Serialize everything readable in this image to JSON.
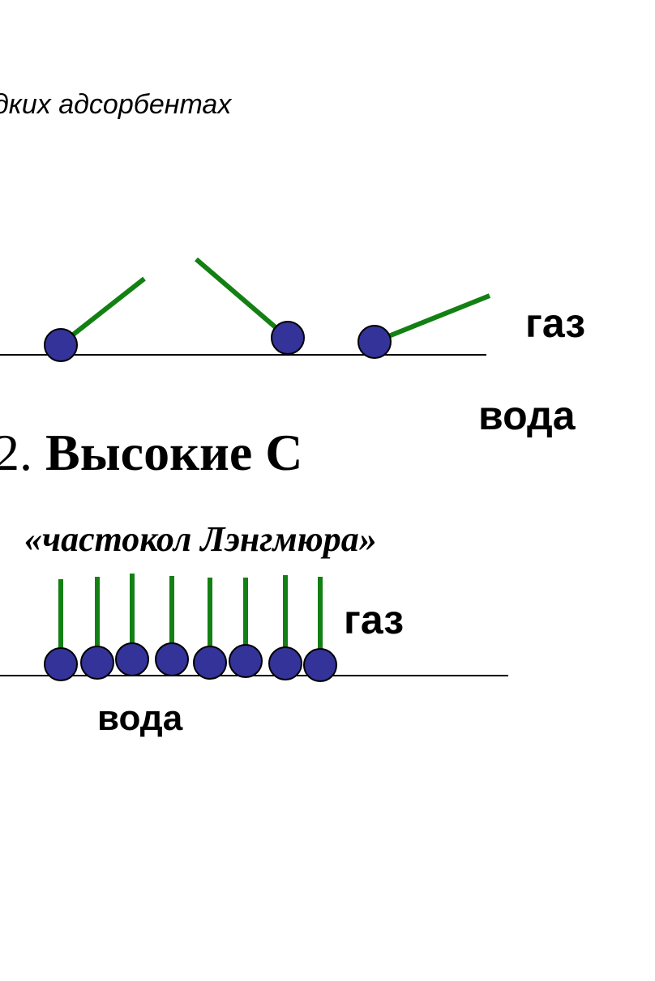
{
  "header": {
    "text": "дких адсорбентах"
  },
  "low_concentration": {
    "gas_label": "газ",
    "water_label": "вода"
  },
  "section": {
    "number": "2.",
    "title": "Высокие С",
    "subtitle": "«частокол Лэнгмюра»"
  },
  "high_concentration": {
    "gas_label": "газ",
    "water_label": "вода"
  },
  "colors": {
    "head": "#333399",
    "tail": "#138013",
    "interface": "#000000"
  }
}
